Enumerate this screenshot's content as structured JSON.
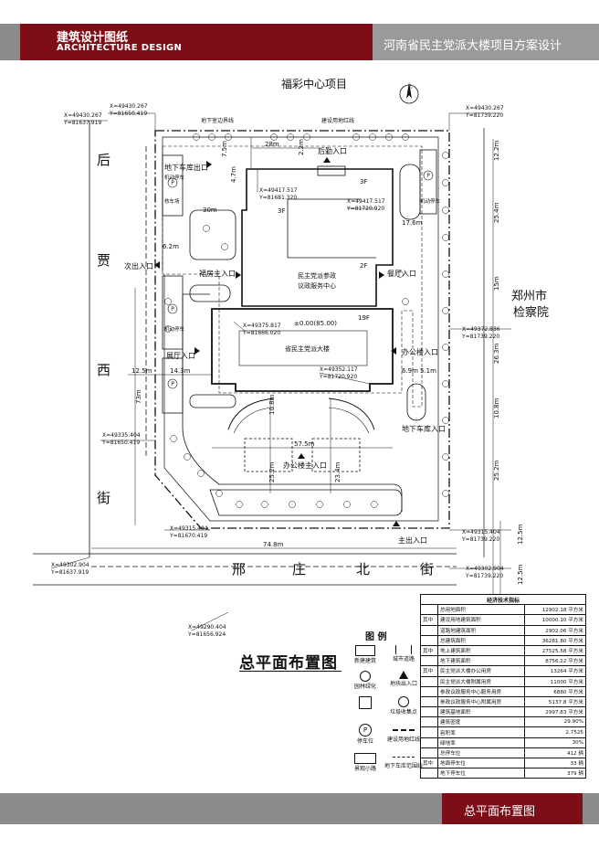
{
  "header": {
    "title_cn": "建筑设计图纸",
    "title_en": "ARCHITECTURE DESIGN",
    "project": "河南省民主党派大楼项目方案设计"
  },
  "footer": {
    "sheet_name": "总平面布置图"
  },
  "plan": {
    "north_label": "北",
    "neighbor_north": "福彩中心项目",
    "neighbor_east": [
      "郑州市",
      "检察院"
    ],
    "street_west": [
      "后",
      "贾",
      "西",
      "街"
    ],
    "street_south": [
      "邢",
      "庄",
      "北",
      "街"
    ],
    "drawing_title": "总平面布置图",
    "coords": [
      {
        "x": "X=49430.267",
        "y": "Y=81650.419"
      },
      {
        "x": "X=49430.267",
        "y": "Y=81637.919"
      },
      {
        "x": "X=49430.267",
        "y": "Y=81739.220"
      },
      {
        "x": "X=49417.517",
        "y": "Y=81681.320"
      },
      {
        "x": "X=49417.517",
        "y": "Y=81720.920"
      },
      {
        "x": "X=49375.817",
        "y": "Y=81666.020"
      },
      {
        "x": "X=49372.836",
        "y": "Y=81739.220"
      },
      {
        "x": "X=49352.117",
        "y": "Y=81720.920"
      },
      {
        "x": "X=49335.404",
        "y": "Y=81650.419"
      },
      {
        "x": "X=49315.404",
        "y": "Y=81670.419"
      },
      {
        "x": "X=49315.404",
        "y": "Y=81739.220"
      },
      {
        "x": "X=49302.904",
        "y": "Y=81637.919"
      },
      {
        "x": "X=49302.904",
        "y": "Y=81739.220"
      },
      {
        "x": "X=49290.404",
        "y": "Y=81656.924"
      }
    ],
    "labels": {
      "basement_line": "地下室边界线",
      "red_line": "建设用地红线",
      "rear_entry": "后勤入口",
      "garage_exit": "地下车库出口",
      "motor_parking": "机动停车",
      "parking_area": "核车场",
      "motor_parking_east": "机动停车",
      "secondary_entry": "次出入口",
      "podium_entry": "裙房主入口",
      "center_name": [
        "民主党派参政",
        "议政服务中心"
      ],
      "floors_2f": "2F",
      "floors_3f": "3F",
      "floors_19f": "19F",
      "main_building": "省民主党派大楼",
      "elevation": "±0.00(85.00)",
      "restaurant_entry": "餐厅入口",
      "office_entry": "办公楼入口",
      "garage_entry": "地下车库入口",
      "hall_entry": "展厅入口",
      "office_main_entry": "办公楼主入口",
      "main_exit": "主出入口",
      "parking_west": "机动停车"
    },
    "dims": {
      "d7_5": "7.5m",
      "d2_2": "2.2m",
      "d28": "28m",
      "d12_2": "12.2m",
      "d4_7": "4.7m",
      "d30": "30m",
      "d25_4": "25.4m",
      "d17_6": "17.6m",
      "d6_2": "6.2m",
      "d15": "15m",
      "d26_3": "26.3m",
      "d6_9": "6.9m",
      "d5_1": "5.1m",
      "d12_5": "12.5m",
      "d14_3": "14.3m",
      "d73": "73m",
      "d10_8": "10.8m",
      "d10_8b": "10.8m",
      "d57_5": "57.5m",
      "d25_2": "25.2m",
      "d23_4": "23.4m",
      "d25_2b": "25.2m",
      "d74_8": "74.8m",
      "d12_5b": "12.5m",
      "d12_5c": "12.5m"
    }
  },
  "legend": {
    "title": "图 例",
    "items": [
      "新建建筑",
      "城市道路",
      "园林绿化",
      "地块出入口",
      "",
      "垃圾收集点",
      "停车位",
      "建设用地红线",
      "景观小路",
      "地下车库范围线"
    ]
  },
  "econ_table": {
    "caption": "经济技术指标",
    "rows": [
      {
        "group": "",
        "name": "总用地面积",
        "value": "12902.18 平方米"
      },
      {
        "group": "其中",
        "name": "建设用地建筑面积",
        "value": "10000.10 平方米"
      },
      {
        "group": "",
        "name": "道路地建筑面积",
        "value": "2902.06 平方米"
      },
      {
        "group": "",
        "name": "总建筑面积",
        "value": "36281.80 平方米"
      },
      {
        "group": "其中",
        "name": "地上建筑面积",
        "value": "27525.58 平方米"
      },
      {
        "group": "",
        "name": "地下建筑面积",
        "value": "8756.22 平方米"
      },
      {
        "group": "其中",
        "name": "民主党派大楼办公用房",
        "value": "13264 平方米"
      },
      {
        "group": "",
        "name": "民主党派大楼附属用房",
        "value": "11000 平方米"
      },
      {
        "group": "",
        "name": "参政议政服务中心服务用房",
        "value": "6880 平方米"
      },
      {
        "group": "",
        "name": "参政议政服务中心附属用房",
        "value": "5137.8 平方米"
      },
      {
        "group": "",
        "name": "建筑基地面积",
        "value": "2997.83 平方米"
      },
      {
        "group": "",
        "name": "建筑密度",
        "value": "29.90%"
      },
      {
        "group": "",
        "name": "容积率",
        "value": "2.7525"
      },
      {
        "group": "",
        "name": "绿地率",
        "value": "30%"
      },
      {
        "group": "",
        "name": "总停车位",
        "value": "412 辆"
      },
      {
        "group": "其中",
        "name": "地面停车位",
        "value": "33 辆"
      },
      {
        "group": "",
        "name": "地下停车位",
        "value": "379 辆"
      }
    ]
  }
}
